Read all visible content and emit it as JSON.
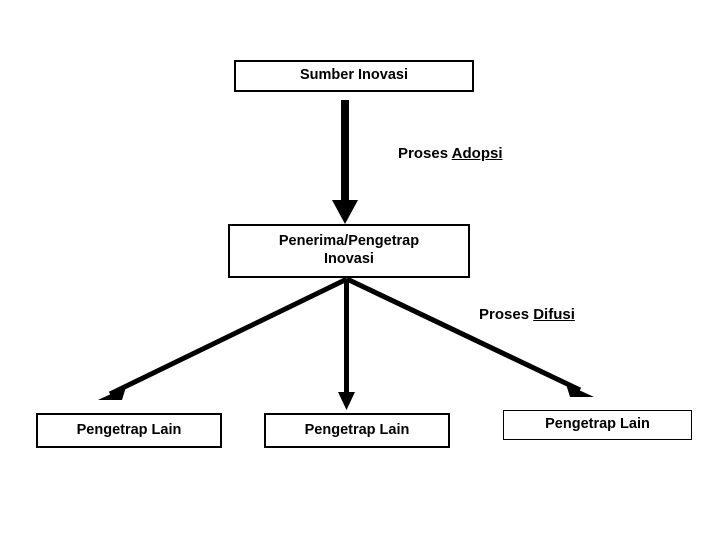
{
  "diagram": {
    "title_text": "Sumber Inovasi",
    "background_color": "#ffffff",
    "stroke_color": "#000000",
    "nodes": [
      {
        "id": "source",
        "label": "Sumber Inovasi"
      },
      {
        "id": "receiver",
        "label": "Penerima/Pengetrap\nInovasi",
        "line1": "Penerima/Pengetrap",
        "line2": "Inovasi"
      },
      {
        "id": "adopter_left",
        "label": "Pengetrap Lain"
      },
      {
        "id": "adopter_center",
        "label": "Pengetrap Lain"
      },
      {
        "id": "adopter_right",
        "label": "Pengetrap Lain"
      }
    ],
    "edge_labels": [
      {
        "id": "adopsi",
        "plain": "Proses ",
        "underlined": "Adopsi"
      },
      {
        "id": "difusi",
        "plain": "Proses ",
        "underlined": "Difusi"
      }
    ],
    "edges": [
      {
        "id": "source-to-receiver",
        "from": "source",
        "to": "receiver",
        "style": "thick-vertical"
      },
      {
        "id": "receiver-to-adopter-left",
        "from": "receiver",
        "to": "adopter_left",
        "style": "diagonal"
      },
      {
        "id": "receiver-to-adopter-center",
        "from": "receiver",
        "to": "adopter_center",
        "style": "vertical"
      },
      {
        "id": "receiver-to-adopter-right",
        "from": "receiver",
        "to": "adopter_right",
        "style": "diagonal"
      }
    ]
  }
}
